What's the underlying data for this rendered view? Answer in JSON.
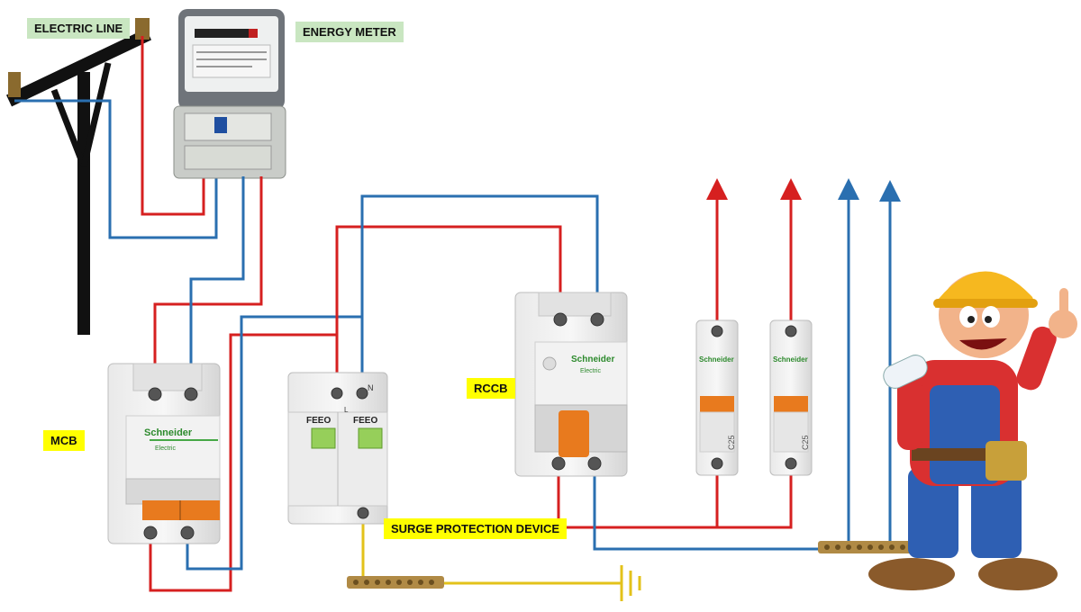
{
  "labels": {
    "electric_line": "ELECTRIC LINE",
    "energy_meter": "ENERGY METER",
    "mcb": "MCB",
    "rccb": "RCCB",
    "surge_device": "SURGE PROTECTION DEVICE"
  },
  "device_text": {
    "brand": "Schneider",
    "brand_sub": "Electric",
    "spd_brand": "FEEO",
    "terminal_l": "L",
    "terminal_n": "N",
    "breaker_rating": "C25"
  },
  "colors": {
    "live": "#d62020",
    "neutral": "#2a6fb0",
    "earth": "#e3c21a",
    "label_green": "#c9e6c1",
    "label_yellow": "#ffff00"
  }
}
